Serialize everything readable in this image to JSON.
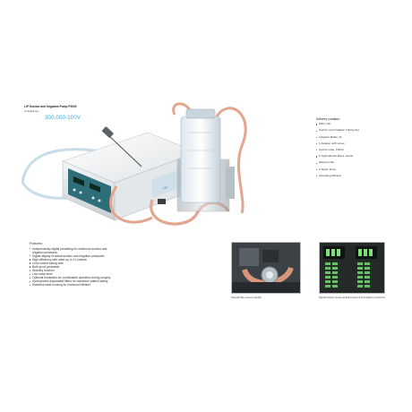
{
  "product": {
    "title": "LiP Suction and Irrigation Pump P2000",
    "ref": "complete set",
    "price": "300.000-100V"
  },
  "delivery": {
    "heading": "Delivery contains:",
    "items": [
      "Main Unit",
      "Suction and Irrigation Tubing Set",
      "Irrigation Bottle, 2L",
      "1 Adapter with screw",
      "Suction tube, 150cm",
      "2 Hydrophobic filters, sterile",
      "Waste bottle",
      "2 Spare fuses",
      "Operating Manual"
    ]
  },
  "features": {
    "heading": "Features:",
    "items": [
      "Independently digital presetting for maximum suction and irrigation pressures",
      "Digital display of actual suction and irrigation pressures",
      "High efficiency with rates up to 3 L/minute",
      "Color coded tubing sets",
      "Bulb-proof pedestals",
      "Standby function",
      "Low noise level",
      "Optional footswitch for comfortable operation during surgery",
      "Hydrophobic disposable filters for maximum patient safety",
      "Stainless steel housing for maximum lifetime"
    ]
  },
  "photos": [
    {
      "caption": "Special filter ensure sterility"
    },
    {
      "caption": "Digital display shows actual suction and irrigation pressures"
    }
  ],
  "device": {
    "brand_label": "LiP"
  }
}
